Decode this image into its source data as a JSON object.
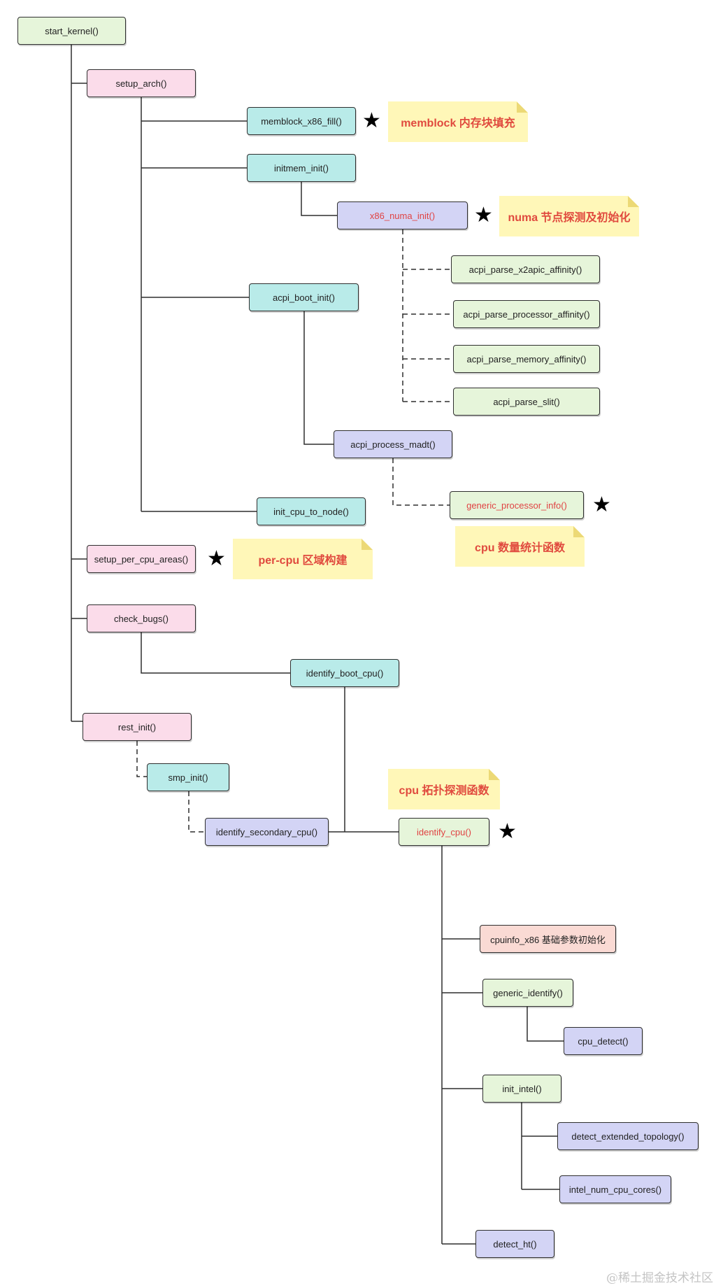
{
  "nodes": {
    "start_kernel": "start_kernel()",
    "setup_arch": "setup_arch()",
    "memblock_x86_fill": "memblock_x86_fill()",
    "initmem_init": "initmem_init()",
    "x86_numa_init": "x86_numa_init()",
    "acpi_parse_x2apic_affinity": "acpi_parse_x2apic_affinity()",
    "acpi_parse_processor_affinity": "acpi_parse_processor_affinity()",
    "acpi_parse_memory_affinity": "acpi_parse_memory_affinity()",
    "acpi_parse_slit": "acpi_parse_slit()",
    "acpi_boot_init": "acpi_boot_init()",
    "acpi_process_madt": "acpi_process_madt()",
    "generic_processor_info": "generic_processor_info()",
    "init_cpu_to_node": "init_cpu_to_node()",
    "setup_per_cpu_areas": "setup_per_cpu_areas()",
    "check_bugs": "check_bugs()",
    "identify_boot_cpu": "identify_boot_cpu()",
    "rest_init": "rest_init()",
    "smp_init": "smp_init()",
    "identify_secondary_cpu": "identify_secondary_cpu()",
    "identify_cpu": "identify_cpu()",
    "cpuinfo_x86": "cpuinfo_x86 基础参数初始化",
    "generic_identify": "generic_identify()",
    "cpu_detect": "cpu_detect()",
    "init_intel": "init_intel()",
    "detect_extended_topology": "detect_extended_topology()",
    "intel_num_cpu_cores": "intel_num_cpu_cores()",
    "detect_ht": "detect_ht()"
  },
  "notes": {
    "memblock": "memblock 内存块填充",
    "numa": "numa 节点探测及初始化",
    "cpu_count": "cpu 数量统计函数",
    "per_cpu": "per-cpu 区域构建",
    "cpu_topology": "cpu 拓扑探测函数"
  },
  "star_glyph": "★",
  "watermark": "@稀土掘金技术社区",
  "colors": {
    "green": "#e6f5da",
    "pink": "#fbdcea",
    "teal": "#b9ebe9",
    "lavender": "#d3d4f5",
    "salmon": "#fadad4",
    "note_yellow": "#fff7b8",
    "highlight_red": "#e04343"
  }
}
